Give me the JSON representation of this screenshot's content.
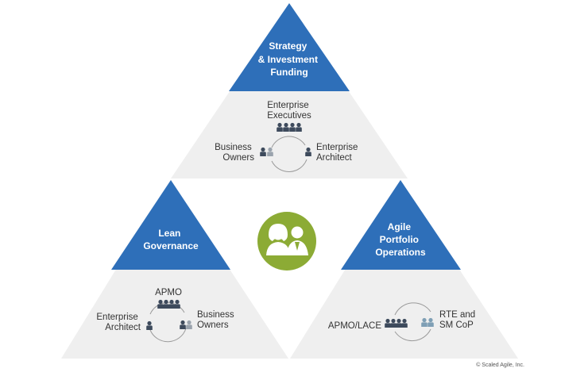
{
  "colors": {
    "blue": "#2e6fb9",
    "grey": "#efefef",
    "green": "#8cab35",
    "icon": "#3d4a5c",
    "icon_light": "#9aa3ad"
  },
  "center": {
    "icon": "people-icon"
  },
  "top": {
    "title": [
      "Strategy",
      "& Investment",
      "Funding"
    ],
    "top_label": [
      "Enterprise",
      "Executives"
    ],
    "left_label": [
      "Business",
      "Owners"
    ],
    "right_label": [
      "Enterprise",
      "Architect"
    ]
  },
  "left": {
    "title": [
      "Lean",
      "Governance"
    ],
    "top_label": [
      "APMO"
    ],
    "left_label": [
      "Enterprise",
      "Architect"
    ],
    "right_label": [
      "Business",
      "Owners"
    ]
  },
  "right": {
    "title": [
      "Agile",
      "Portfolio",
      "Operations"
    ],
    "left_label": [
      "APMO/LACE"
    ],
    "right_label": [
      "RTE and",
      "SM CoP"
    ]
  },
  "copyright": "© Scaled Agile, Inc."
}
